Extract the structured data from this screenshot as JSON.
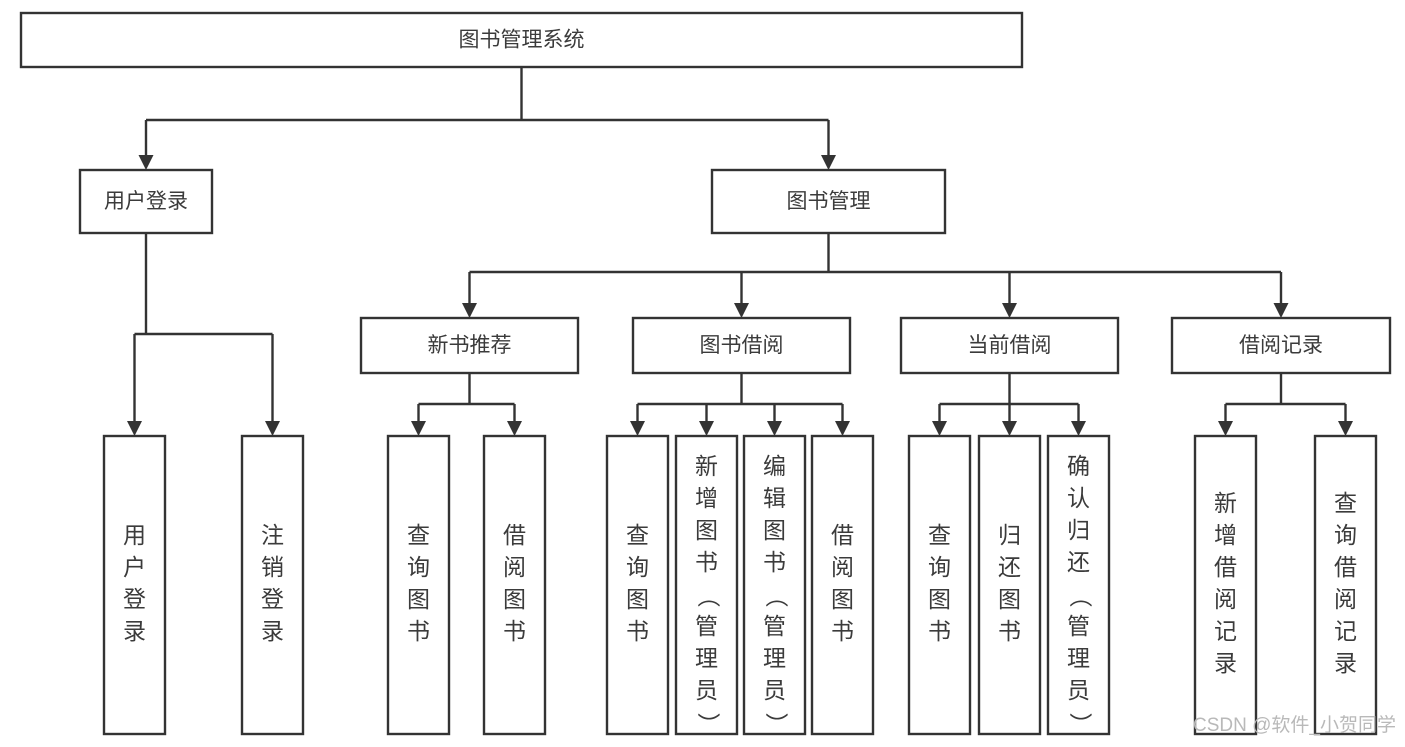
{
  "diagram": {
    "type": "tree",
    "title_text": "图书管理系统",
    "orientation": "top-down",
    "colors": {
      "background": "#ffffff",
      "box_fill": "#ffffff",
      "box_stroke": "#333333",
      "text": "#3b3b3b",
      "watermark": "#b9b9b9"
    },
    "root": {
      "label": "图书管理系统"
    },
    "level2": [
      {
        "label": "用户登录"
      },
      {
        "label": "图书管理"
      }
    ],
    "level3": [
      {
        "label": "新书推荐"
      },
      {
        "label": "图书借阅"
      },
      {
        "label": "当前借阅"
      },
      {
        "label": "借阅记录"
      }
    ],
    "leaves": {
      "user_login": [
        {
          "label": "用户登录"
        },
        {
          "label": "注销登录"
        }
      ],
      "new_book_recommend": [
        {
          "label": "查询图书"
        },
        {
          "label": "借阅图书"
        }
      ],
      "book_borrow": [
        {
          "label": "查询图书"
        },
        {
          "label": "新增图书（管理员）"
        },
        {
          "label": "编辑图书（管理员）"
        },
        {
          "label": "借阅图书"
        }
      ],
      "current_borrow": [
        {
          "label": "查询图书"
        },
        {
          "label": "归还图书"
        },
        {
          "label": "确认归还（管理员）"
        }
      ],
      "borrow_record": [
        {
          "label": "新增借阅记录"
        },
        {
          "label": "查询借阅记录"
        }
      ]
    }
  },
  "watermark": {
    "text": "CSDN @软件_小贺同学"
  }
}
